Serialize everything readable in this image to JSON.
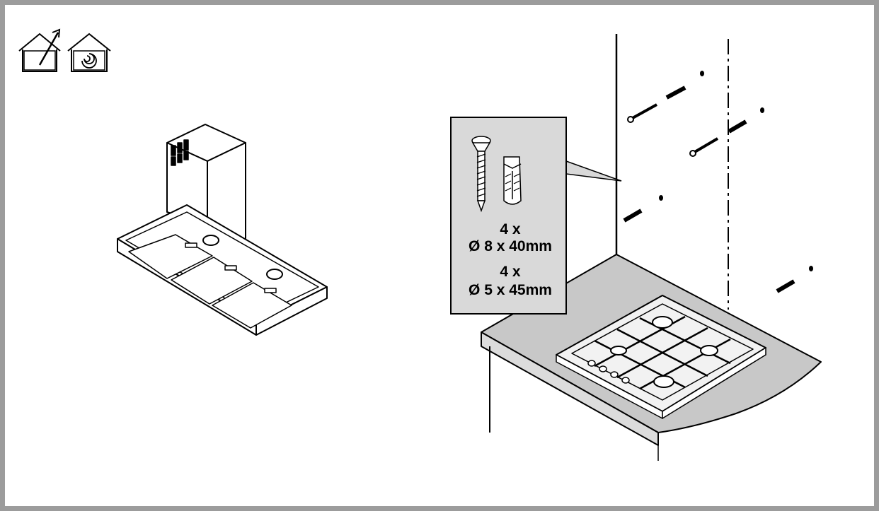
{
  "icons": {
    "extraction_mode": "ducted-extraction-house-icon",
    "recirculation_mode": "recirculation-house-icon"
  },
  "callout": {
    "spec_1_qty": "4 x",
    "spec_1_size": "Ø 8 x 40mm",
    "spec_2_qty": "4 x",
    "spec_2_size": "Ø 5 x 45mm"
  },
  "colors": {
    "frame": "#9c9c9c",
    "callout_fill": "#d9d9d9",
    "countertop": "#c8c8c8",
    "line": "#000000"
  }
}
